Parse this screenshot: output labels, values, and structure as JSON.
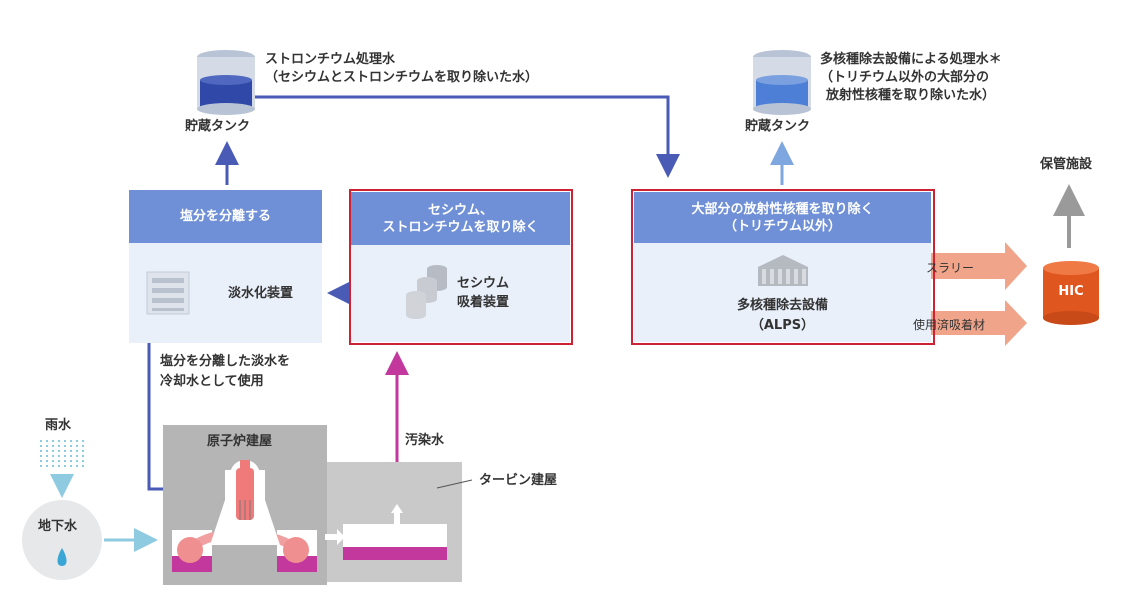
{
  "tank_left": {
    "label": "貯蔵タンク",
    "title_line1": "ストロンチウム処理水",
    "title_line2": "（セシウムとストロンチウムを取り除いた水）"
  },
  "tank_right": {
    "label": "貯蔵タンク",
    "title_line1": "多核種除去設備による処理水＊",
    "title_line2": "（トリチウム以外の大部分の",
    "title_line3": "放射性核種を取り除いた水）"
  },
  "desalination": {
    "header": "塩分を分離する",
    "device": "淡水化装置",
    "note_line1": "塩分を分離した淡水を",
    "note_line2": "冷却水として使用"
  },
  "cesium": {
    "header_line1": "セシウム、",
    "header_line2": "ストロンチウムを取り除く",
    "device_line1": "セシウム",
    "device_line2": "吸着装置"
  },
  "alps": {
    "header_line1": "大部分の放射性核種を取り除く",
    "header_line2": "（トリチウム以外）",
    "device_line1": "多核種除去設備",
    "device_line2": "（ALPS）"
  },
  "outputs": {
    "slurry": "スラリー",
    "used_adsorbent": "使用済吸着材",
    "hic": "HIC",
    "storage": "保管施設"
  },
  "site": {
    "rain": "雨水",
    "groundwater": "地下水",
    "reactor_building": "原子炉建屋",
    "turbine_building": "タービン建屋",
    "contaminated_water": "汚染水"
  },
  "colors": {
    "header_blue": "#6f8fd6",
    "body_blue": "#e9f0fa",
    "flow_blue": "#4a5bb5",
    "magenta": "#c2389c",
    "salmon": "#f0a58a",
    "hic_orange": "#e0561f",
    "frame_red": "#cc2233"
  }
}
